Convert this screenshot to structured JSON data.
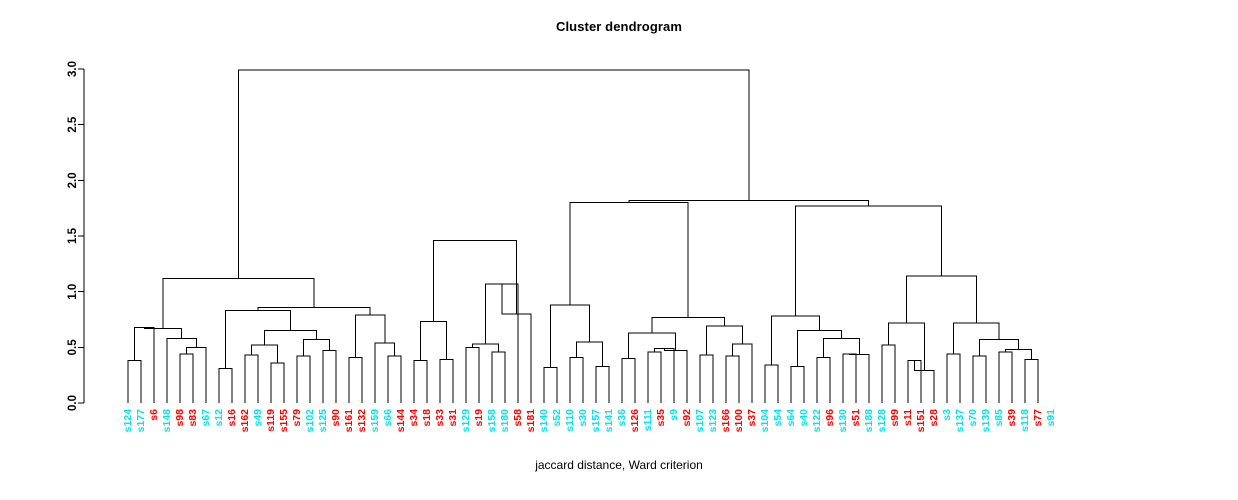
{
  "chart_data": {
    "type": "dendrogram",
    "title": "Cluster dendrogram",
    "xlabel": "jaccard distance, Ward criterion",
    "ylabel": "",
    "ylim": [
      0,
      3.0
    ],
    "yticks": [
      "0.0",
      "0.5",
      "1.0",
      "1.5",
      "2.0",
      "2.5",
      "3.0"
    ],
    "ytick_values": [
      0,
      0.5,
      1.0,
      1.5,
      2.0,
      2.5,
      3.0
    ],
    "grid": false,
    "legend": "none",
    "label_colors": {
      "cyan": "#00E5EE",
      "red": "#FF0000"
    },
    "leaves": [
      {
        "label": "s124",
        "color": "cyan"
      },
      {
        "label": "s177",
        "color": "cyan"
      },
      {
        "label": "s6",
        "color": "red"
      },
      {
        "label": "s148",
        "color": "cyan"
      },
      {
        "label": "s98",
        "color": "red"
      },
      {
        "label": "s83",
        "color": "red"
      },
      {
        "label": "s67",
        "color": "cyan"
      },
      {
        "label": "s12",
        "color": "cyan"
      },
      {
        "label": "s16",
        "color": "red"
      },
      {
        "label": "s162",
        "color": "red"
      },
      {
        "label": "s49",
        "color": "cyan"
      },
      {
        "label": "s119",
        "color": "red"
      },
      {
        "label": "s155",
        "color": "red"
      },
      {
        "label": "s79",
        "color": "red"
      },
      {
        "label": "s102",
        "color": "cyan"
      },
      {
        "label": "s125",
        "color": "cyan"
      },
      {
        "label": "s90",
        "color": "red"
      },
      {
        "label": "s161",
        "color": "red"
      },
      {
        "label": "s132",
        "color": "red"
      },
      {
        "label": "s159",
        "color": "cyan"
      },
      {
        "label": "s66",
        "color": "cyan"
      },
      {
        "label": "s144",
        "color": "red"
      },
      {
        "label": "s34",
        "color": "red"
      },
      {
        "label": "s18",
        "color": "red"
      },
      {
        "label": "s33",
        "color": "red"
      },
      {
        "label": "s31",
        "color": "red"
      },
      {
        "label": "s129",
        "color": "cyan"
      },
      {
        "label": "s19",
        "color": "red"
      },
      {
        "label": "s158",
        "color": "cyan"
      },
      {
        "label": "s180",
        "color": "cyan"
      },
      {
        "label": "s58",
        "color": "red"
      },
      {
        "label": "s181",
        "color": "red"
      },
      {
        "label": "s140",
        "color": "cyan"
      },
      {
        "label": "s52",
        "color": "cyan"
      },
      {
        "label": "s110",
        "color": "cyan"
      },
      {
        "label": "s30",
        "color": "cyan"
      },
      {
        "label": "s157",
        "color": "cyan"
      },
      {
        "label": "s141",
        "color": "cyan"
      },
      {
        "label": "s36",
        "color": "cyan"
      },
      {
        "label": "s126",
        "color": "red"
      },
      {
        "label": "s111",
        "color": "cyan"
      },
      {
        "label": "s35",
        "color": "red"
      },
      {
        "label": "s9",
        "color": "cyan"
      },
      {
        "label": "s92",
        "color": "red"
      },
      {
        "label": "s107",
        "color": "cyan"
      },
      {
        "label": "s123",
        "color": "cyan"
      },
      {
        "label": "s166",
        "color": "red"
      },
      {
        "label": "s100",
        "color": "red"
      },
      {
        "label": "s37",
        "color": "red"
      },
      {
        "label": "s104",
        "color": "cyan"
      },
      {
        "label": "s54",
        "color": "cyan"
      },
      {
        "label": "s64",
        "color": "cyan"
      },
      {
        "label": "s40",
        "color": "cyan"
      },
      {
        "label": "s122",
        "color": "cyan"
      },
      {
        "label": "s96",
        "color": "red"
      },
      {
        "label": "s130",
        "color": "cyan"
      },
      {
        "label": "s51",
        "color": "red"
      },
      {
        "label": "s188",
        "color": "cyan"
      },
      {
        "label": "s128",
        "color": "cyan"
      },
      {
        "label": "s99",
        "color": "red"
      },
      {
        "label": "s11",
        "color": "red"
      },
      {
        "label": "s151",
        "color": "red"
      },
      {
        "label": "s28",
        "color": "red"
      },
      {
        "label": "s3",
        "color": "cyan"
      },
      {
        "label": "s137",
        "color": "cyan"
      },
      {
        "label": "s70",
        "color": "cyan"
      },
      {
        "label": "s139",
        "color": "cyan"
      },
      {
        "label": "s85",
        "color": "cyan"
      },
      {
        "label": "s39",
        "color": "red"
      },
      {
        "label": "s118",
        "color": "cyan"
      },
      {
        "label": "s77",
        "color": "red"
      },
      {
        "label": "s91",
        "color": "cyan"
      }
    ],
    "merges": [
      {
        "id": "m1",
        "left": {
          "leaf": 0
        },
        "right": {
          "leaf": 1
        },
        "height": 0.38
      },
      {
        "id": "m2",
        "left": {
          "node": "m1"
        },
        "right": {
          "leaf": 2
        },
        "height": 0.68
      },
      {
        "id": "m3",
        "left": {
          "leaf": 4
        },
        "right": {
          "leaf": 5
        },
        "height": 0.44
      },
      {
        "id": "m4",
        "left": {
          "leaf": 6
        },
        "right": {
          "node": "m3"
        },
        "height": 0.5
      },
      {
        "id": "m5",
        "left": {
          "leaf": 3
        },
        "right": {
          "node": "m4"
        },
        "height": 0.58
      },
      {
        "id": "m6",
        "left": {
          "node": "m2"
        },
        "right": {
          "node": "m5"
        },
        "height": 0.67
      },
      {
        "id": "m7",
        "left": {
          "leaf": 7
        },
        "right": {
          "leaf": 8
        },
        "height": 0.31
      },
      {
        "id": "m8",
        "left": {
          "leaf": 9
        },
        "right": {
          "leaf": 10
        },
        "height": 0.43
      },
      {
        "id": "m9",
        "left": {
          "leaf": 11
        },
        "right": {
          "leaf": 12
        },
        "height": 0.36
      },
      {
        "id": "m10",
        "left": {
          "node": "m8"
        },
        "right": {
          "node": "m9"
        },
        "height": 0.52
      },
      {
        "id": "m11",
        "left": {
          "leaf": 13
        },
        "right": {
          "leaf": 14
        },
        "height": 0.42
      },
      {
        "id": "m12",
        "left": {
          "leaf": 15
        },
        "right": {
          "leaf": 16
        },
        "height": 0.47
      },
      {
        "id": "m13",
        "left": {
          "node": "m11"
        },
        "right": {
          "node": "m12"
        },
        "height": 0.57
      },
      {
        "id": "m14",
        "left": {
          "node": "m10"
        },
        "right": {
          "node": "m13"
        },
        "height": 0.65
      },
      {
        "id": "m15",
        "left": {
          "node": "m7"
        },
        "right": {
          "node": "m14"
        },
        "height": 0.83
      },
      {
        "id": "m16",
        "left": {
          "leaf": 17
        },
        "right": {
          "leaf": 18
        },
        "height": 0.41
      },
      {
        "id": "m17",
        "left": {
          "leaf": 20
        },
        "right": {
          "leaf": 21
        },
        "height": 0.42
      },
      {
        "id": "m18",
        "left": {
          "leaf": 19
        },
        "right": {
          "node": "m17"
        },
        "height": 0.54
      },
      {
        "id": "m19",
        "left": {
          "node": "m16"
        },
        "right": {
          "node": "m18"
        },
        "height": 0.79
      },
      {
        "id": "m20",
        "left": {
          "node": "m15"
        },
        "right": {
          "node": "m19"
        },
        "height": 0.86
      },
      {
        "id": "m21",
        "left": {
          "node": "m6"
        },
        "right": {
          "node": "m20"
        },
        "height": 1.12
      },
      {
        "id": "m22",
        "left": {
          "leaf": 22
        },
        "right": {
          "leaf": 23
        },
        "height": 0.38
      },
      {
        "id": "m23",
        "left": {
          "leaf": 24
        },
        "right": {
          "leaf": 25
        },
        "height": 0.39
      },
      {
        "id": "m24",
        "left": {
          "node": "m22"
        },
        "right": {
          "node": "m23"
        },
        "height": 0.73
      },
      {
        "id": "m25",
        "left": {
          "leaf": 26
        },
        "right": {
          "leaf": 27
        },
        "height": 0.5
      },
      {
        "id": "m26",
        "left": {
          "leaf": 28
        },
        "right": {
          "leaf": 29
        },
        "height": 0.46
      },
      {
        "id": "m27",
        "left": {
          "node": "m25"
        },
        "right": {
          "node": "m26"
        },
        "height": 0.53
      },
      {
        "id": "m28",
        "left": {
          "node": "m27"
        },
        "right": {
          "leaf": 30
        },
        "height": 1.07
      },
      {
        "id": "m29",
        "left": {
          "node": "m28"
        },
        "right": {
          "leaf": 31
        },
        "height": 0.8
      },
      {
        "id": "m30",
        "left": {
          "node": "m24"
        },
        "right": {
          "node": "m29"
        },
        "height": 1.46
      },
      {
        "id": "m31",
        "left": {
          "leaf": 32
        },
        "right": {
          "leaf": 33
        },
        "height": 0.32
      },
      {
        "id": "m32",
        "left": {
          "leaf": 34
        },
        "right": {
          "leaf": 35
        },
        "height": 0.41
      },
      {
        "id": "m33",
        "left": {
          "leaf": 36
        },
        "right": {
          "leaf": 37
        },
        "height": 0.33
      },
      {
        "id": "m34",
        "left": {
          "node": "m32"
        },
        "right": {
          "node": "m33"
        },
        "height": 0.55
      },
      {
        "id": "m35",
        "left": {
          "node": "m31"
        },
        "right": {
          "node": "m34"
        },
        "height": 0.88
      },
      {
        "id": "m36",
        "left": {
          "leaf": 38
        },
        "right": {
          "leaf": 39
        },
        "height": 0.4
      },
      {
        "id": "m37",
        "left": {
          "leaf": 40
        },
        "right": {
          "leaf": 41
        },
        "height": 0.46
      },
      {
        "id": "m38",
        "left": {
          "node": "m37"
        },
        "right": {
          "leaf": 42
        },
        "height": 0.49
      },
      {
        "id": "m39",
        "left": {
          "node": "m38"
        },
        "right": {
          "leaf": 43
        },
        "height": 0.47
      },
      {
        "id": "m40",
        "left": {
          "node": "m36"
        },
        "right": {
          "node": "m39"
        },
        "height": 0.63
      },
      {
        "id": "m41",
        "left": {
          "leaf": 44
        },
        "right": {
          "leaf": 45
        },
        "height": 0.43
      },
      {
        "id": "m42",
        "left": {
          "leaf": 46
        },
        "right": {
          "leaf": 47
        },
        "height": 0.42
      },
      {
        "id": "m43",
        "left": {
          "node": "m42"
        },
        "right": {
          "leaf": 48
        },
        "height": 0.53
      },
      {
        "id": "m44",
        "left": {
          "node": "m41"
        },
        "right": {
          "node": "m43"
        },
        "height": 0.69
      },
      {
        "id": "m45",
        "left": {
          "node": "m40"
        },
        "right": {
          "node": "m44"
        },
        "height": 0.77
      },
      {
        "id": "m46",
        "left": {
          "node": "m35"
        },
        "right": {
          "node": "m45"
        },
        "height": 1.8
      },
      {
        "id": "m47",
        "left": {
          "leaf": 49
        },
        "right": {
          "leaf": 50
        },
        "height": 0.34
      },
      {
        "id": "m48",
        "left": {
          "leaf": 51
        },
        "right": {
          "leaf": 52
        },
        "height": 0.33
      },
      {
        "id": "m49",
        "left": {
          "leaf": 53
        },
        "right": {
          "leaf": 54
        },
        "height": 0.41
      },
      {
        "id": "m50",
        "left": {
          "leaf": 55
        },
        "right": {
          "leaf": 56
        },
        "height": 0.44
      },
      {
        "id": "m51",
        "left": {
          "node": "m50"
        },
        "right": {
          "leaf": 57
        },
        "height": 0.435
      },
      {
        "id": "m52",
        "left": {
          "node": "m49"
        },
        "right": {
          "node": "m51"
        },
        "height": 0.58
      },
      {
        "id": "m53",
        "left": {
          "node": "m48"
        },
        "right": {
          "node": "m52"
        },
        "height": 0.65
      },
      {
        "id": "m54",
        "left": {
          "node": "m47"
        },
        "right": {
          "node": "m53"
        },
        "height": 0.78
      },
      {
        "id": "m55",
        "left": {
          "leaf": 58
        },
        "right": {
          "leaf": 59
        },
        "height": 0.52
      },
      {
        "id": "m56",
        "left": {
          "leaf": 60
        },
        "right": {
          "leaf": 61
        },
        "height": 0.38
      },
      {
        "id": "m57",
        "left": {
          "node": "m56"
        },
        "right": {
          "leaf": 62
        },
        "height": 0.29
      },
      {
        "id": "m58",
        "left": {
          "node": "m55"
        },
        "right": {
          "node": "m57"
        },
        "height": 0.72
      },
      {
        "id": "m59",
        "left": {
          "leaf": 63
        },
        "right": {
          "leaf": 64
        },
        "height": 0.44
      },
      {
        "id": "m60",
        "left": {
          "leaf": 65
        },
        "right": {
          "leaf": 66
        },
        "height": 0.42
      },
      {
        "id": "m61",
        "left": {
          "leaf": 67
        },
        "right": {
          "leaf": 68
        },
        "height": 0.46
      },
      {
        "id": "m62",
        "left": {
          "leaf": 69
        },
        "right": {
          "leaf": 70
        },
        "height": 0.39
      },
      {
        "id": "m63",
        "left": {
          "node": "m61"
        },
        "right": {
          "node": "m62"
        },
        "height": 0.48
      },
      {
        "id": "m64",
        "left": {
          "node": "m60"
        },
        "right": {
          "node": "m63"
        },
        "height": 0.57
      },
      {
        "id": "m65",
        "left": {
          "node": "m59"
        },
        "right": {
          "node": "m64"
        },
        "height": 0.72
      },
      {
        "id": "m66",
        "left": {
          "node": "m58"
        },
        "right": {
          "node": "m65"
        },
        "height": 1.14
      },
      {
        "id": "m67",
        "left": {
          "node": "m54"
        },
        "right": {
          "node": "m66"
        },
        "height": 1.77
      },
      {
        "id": "m68",
        "left": {
          "node": "m46"
        },
        "right": {
          "node": "m67"
        },
        "height": 1.82
      },
      {
        "id": "m69",
        "left": {
          "node": "m21"
        },
        "right": {
          "node": "m68"
        },
        "height": 2.99
      }
    ]
  },
  "plot_geometry": {
    "axis_x": 84,
    "axis_top_y": 69,
    "axis_bottom_y": 403,
    "leaf_first_x": 128,
    "leaf_spacing": 13.0,
    "tick_len": 6,
    "label_offset_y": 6
  }
}
